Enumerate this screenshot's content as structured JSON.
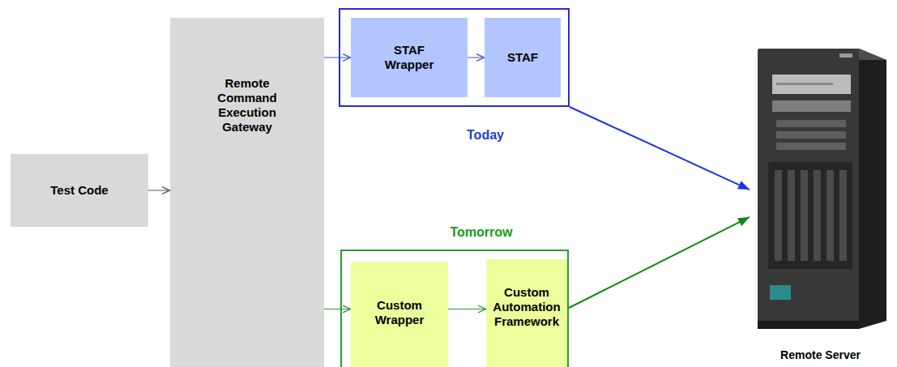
{
  "diagram": {
    "nodes": [
      {
        "text": [
          "Test Code"
        ]
      },
      {
        "text": [
          "Remote Command Execution Gateway"
        ]
      },
      {
        "text": [
          "Today"
        ]
      },
      {
        "text": [
          "STAF Wrapper"
        ],
        "in": 2
      },
      {
        "text": [
          "STAF"
        ],
        "in": 2
      },
      {
        "text": [
          "Tomorrow"
        ]
      },
      {
        "text": [
          "Custom Wrapper"
        ],
        "in": 5
      },
      {
        "text": [
          "Custom Automation Framework"
        ],
        "in": 5
      },
      {
        "text": [
          "Remote Server"
        ]
      }
    ],
    "edges": [
      {
        "from": 0,
        "to": 1,
        "arrow": "to"
      },
      {
        "from": 1,
        "to": 3,
        "arrow": "to"
      },
      {
        "from": 3,
        "to": 4,
        "arrow": "to"
      },
      {
        "from": 1,
        "to": 6,
        "arrow": "to"
      },
      {
        "from": 6,
        "to": 7,
        "arrow": "to"
      },
      {
        "from": 2,
        "to": 8,
        "arrow": "to"
      },
      {
        "from": 5,
        "to": 8,
        "arrow": "to"
      }
    ]
  }
}
